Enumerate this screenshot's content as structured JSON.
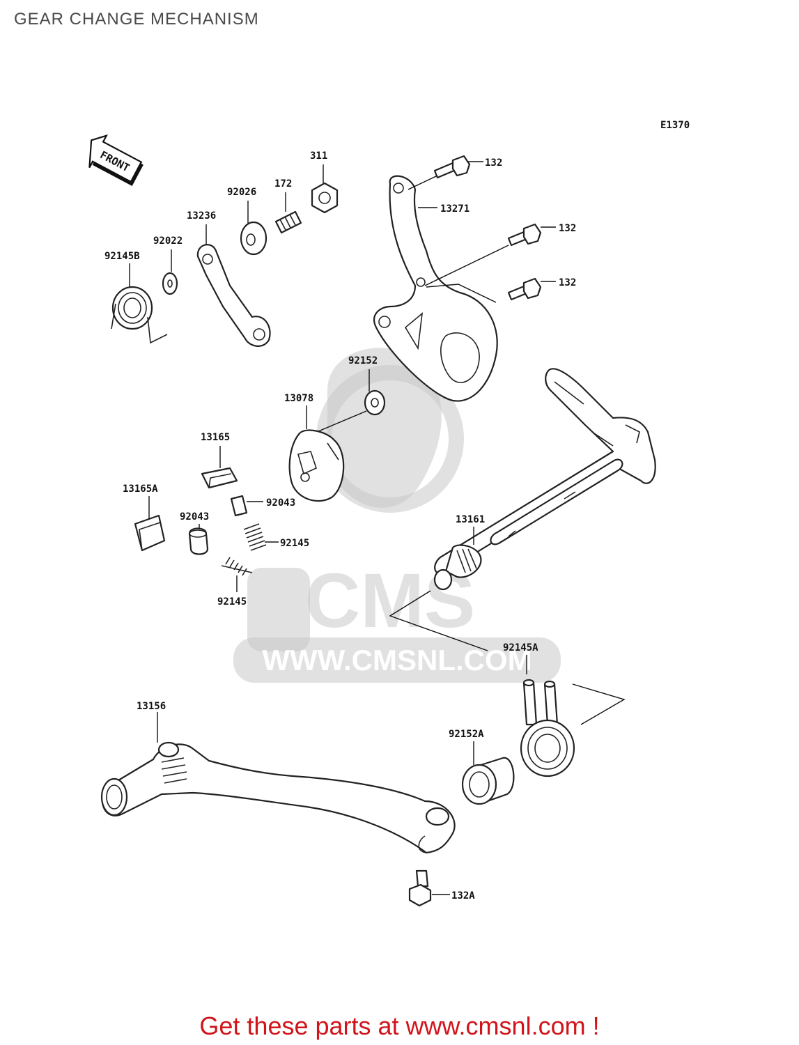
{
  "title": "GEAR CHANGE MECHANISM",
  "diagram_code": "E1370",
  "front_label": "FRONT",
  "watermark": {
    "brand": "CMS",
    "url": "WWW.CMSNL.COM"
  },
  "callouts": {
    "p311": "311",
    "p172": "172",
    "p92026": "92026",
    "p13236": "13236",
    "p92022": "92022",
    "p92145B": "92145B",
    "p132a": "132",
    "p132b": "132",
    "p132c": "132",
    "p13271": "13271",
    "p92152": "92152",
    "p13078": "13078",
    "p13165": "13165",
    "p13165A": "13165A",
    "p92043a": "92043",
    "p92043b": "92043",
    "p92145a": "92145",
    "p92145b": "92145",
    "p13161": "13161",
    "p92145A": "92145A",
    "p13156": "13156",
    "p92152A": "92152A",
    "p132A": "132A"
  },
  "footer": "Get these parts at www.cmsnl.com !"
}
